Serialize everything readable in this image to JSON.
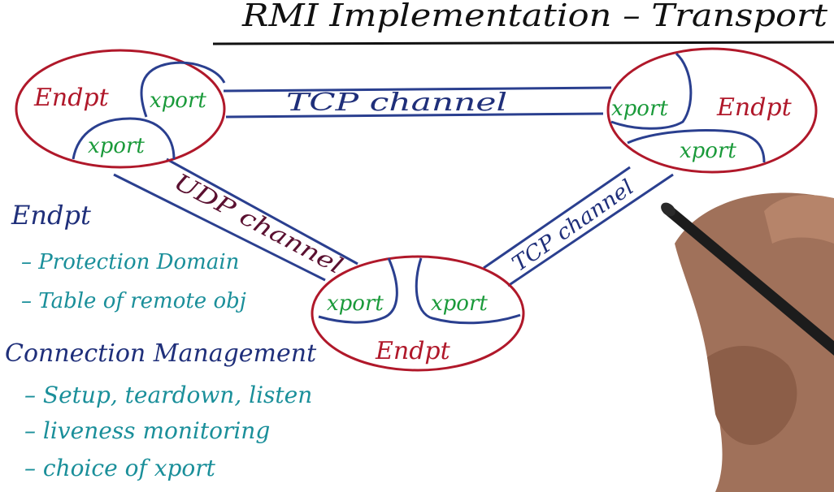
{
  "title": "RMI Implementation – Transport",
  "colors": {
    "endpoint": "#b0182a",
    "channel": "#2a3f8f",
    "xport": "#1a9a3a",
    "notes_dark": "#1f2f7a",
    "notes_teal": "#1a8f9a",
    "ink": "#111111"
  },
  "diagram": {
    "endpoints": [
      {
        "label": "Endpt"
      },
      {
        "label": "Endpt"
      },
      {
        "label": "Endpt"
      }
    ],
    "xports": [
      "xport",
      "xport",
      "xport",
      "xport",
      "xport",
      "xport"
    ],
    "channels": [
      {
        "label": "TCP channel"
      },
      {
        "label": "UDP channel"
      },
      {
        "label": "TCP channel"
      }
    ]
  },
  "notes": {
    "endpt_heading": "Endpt",
    "endpt_items": [
      "– Protection Domain",
      "– Table of remote obj"
    ],
    "conn_heading": "Connection Management",
    "conn_items": [
      "– Setup, teardown, listen",
      "– liveness monitoring",
      "– choice of xport"
    ]
  },
  "hand_icon": "hand-holding-pen"
}
